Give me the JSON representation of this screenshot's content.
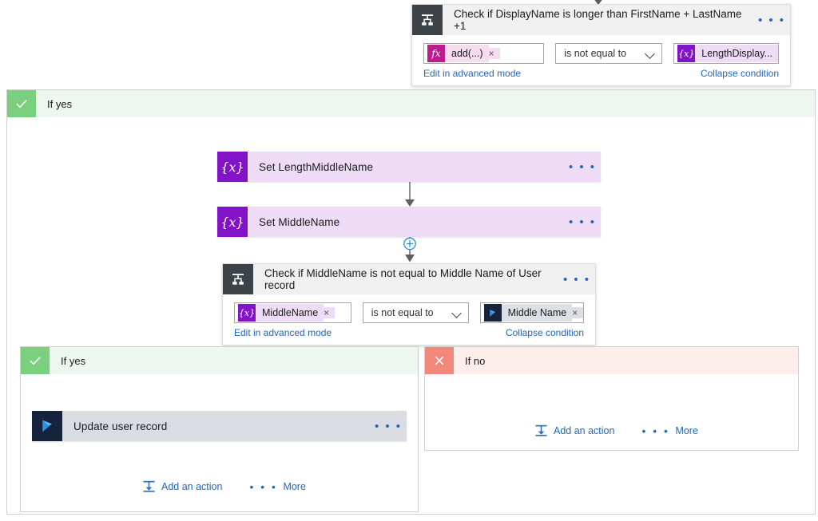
{
  "flow": {
    "top_condition": {
      "icon": "condition-icon",
      "title": "Check if DisplayName is longer than FirstName + LastName +1",
      "menu": "• • •",
      "left_token": {
        "icon": "function-icon",
        "glyph": "fx",
        "label": "add(...)",
        "remove": "×"
      },
      "operator": {
        "value": "is not equal to",
        "icon": "chevron-down-icon"
      },
      "right_token": {
        "icon": "variable-icon",
        "glyph": "{x}",
        "label": "LengthDisplay...",
        "remove": "×"
      },
      "advanced_link": "Edit in advanced mode",
      "collapse_link": "Collapse condition"
    },
    "outer_yes_branch": {
      "icon": "check-icon",
      "label": "If yes"
    },
    "actions": [
      {
        "icon": "variable-icon",
        "glyph": "{x}",
        "title": "Set LengthMiddleName",
        "menu": "• • •"
      },
      {
        "icon": "variable-icon",
        "glyph": "{x}",
        "title": "Set MiddleName",
        "menu": "• • •"
      }
    ],
    "insert_button": {
      "icon": "plus-circle-icon",
      "glyph": "+"
    },
    "inner_condition": {
      "icon": "condition-icon",
      "title": "Check if MiddleName is not equal to Middle Name of User record",
      "menu": "• • •",
      "left_token": {
        "icon": "variable-icon",
        "glyph": "{x}",
        "label": "MiddleName",
        "remove": "×"
      },
      "operator": {
        "value": "is not equal to",
        "icon": "chevron-down-icon"
      },
      "right_token": {
        "icon": "dynamics-icon",
        "label": "Middle Name",
        "remove": "×"
      },
      "advanced_link": "Edit in advanced mode",
      "collapse_link": "Collapse condition"
    },
    "inner_yes_branch": {
      "icon": "check-icon",
      "label": "If yes",
      "action": {
        "icon": "dynamics-icon",
        "title": "Update user record",
        "menu": "• • •"
      },
      "add_action": {
        "icon": "add-action-icon",
        "label": "Add an action"
      },
      "more": {
        "icon": "more-dots-icon",
        "dots": "• • •",
        "label": "More"
      }
    },
    "inner_no_branch": {
      "icon": "close-icon",
      "label": "If no",
      "add_action": {
        "icon": "add-action-icon",
        "label": "Add an action"
      },
      "more": {
        "icon": "more-dots-icon",
        "dots": "• • •",
        "label": "More"
      }
    }
  },
  "colors": {
    "variable_purple": "#8313c6",
    "function_magenta": "#bf1b8e",
    "dynamics_navy": "#15243c",
    "yes_green": "#7ad07f",
    "no_red": "#f4877b",
    "link_blue": "#2266bb"
  }
}
